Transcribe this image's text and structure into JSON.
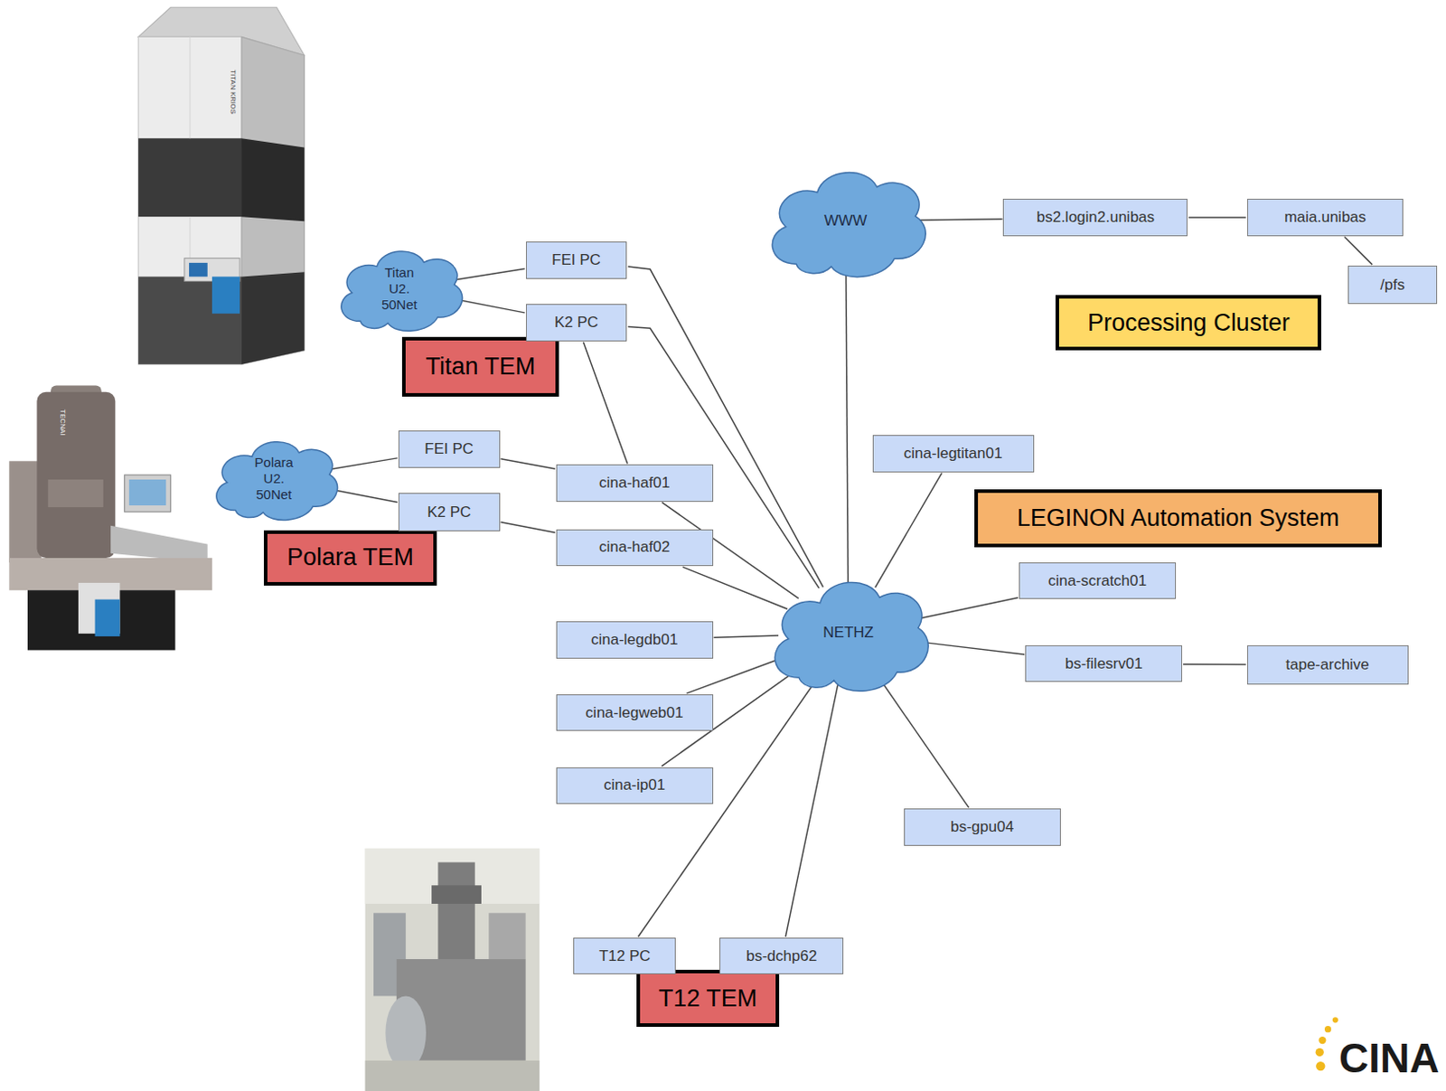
{
  "diagram": {
    "nodes": [
      {
        "text": [
          "WWW"
        ]
      },
      {
        "text": [
          "Processing Cluster"
        ]
      },
      {
        "text": [
          "bs2.login2.unibas"
        ],
        "in": 1
      },
      {
        "text": [
          "maia.unibas"
        ],
        "in": 1
      },
      {
        "text": [
          "/pfs"
        ],
        "in": 1
      },
      {
        "text": [
          "Titan TEM"
        ]
      },
      {
        "text": [
          "Titan U2. 50Net"
        ],
        "in": 5
      },
      {
        "text": [
          "FEI PC"
        ],
        "in": 5
      },
      {
        "text": [
          "K2 PC"
        ],
        "in": 5
      },
      {
        "text": [
          "Polara TEM"
        ]
      },
      {
        "text": [
          "Polara U2. 50Net"
        ],
        "in": 9
      },
      {
        "text": [
          "FEI PC"
        ],
        "in": 9
      },
      {
        "text": [
          "K2 PC"
        ],
        "in": 9
      },
      {
        "text": [
          "LEGINON Automation System"
        ]
      },
      {
        "text": [
          "cina-legtitan01"
        ],
        "in": 13
      },
      {
        "text": [
          "cina-haf01"
        ],
        "in": 13
      },
      {
        "text": [
          "cina-haf02"
        ],
        "in": 13
      },
      {
        "text": [
          "NETHZ"
        ],
        "in": 13
      },
      {
        "text": [
          "cina-scratch01"
        ],
        "in": 13
      },
      {
        "text": [
          "cina-legdb01"
        ],
        "in": 13
      },
      {
        "text": [
          "bs-filesrv01"
        ],
        "in": 13
      },
      {
        "text": [
          "cina-legweb01"
        ],
        "in": 13
      },
      {
        "text": [
          "cina-ip01"
        ],
        "in": 13
      },
      {
        "text": [
          "bs-gpu04"
        ],
        "in": 13
      },
      {
        "text": [
          "tape-archive"
        ]
      },
      {
        "text": [
          "T12 TEM"
        ]
      },
      {
        "text": [
          "T12 PC"
        ],
        "in": 25
      },
      {
        "text": [
          "bs-dchp62"
        ],
        "in": 25
      }
    ],
    "edges": [
      {
        "from": 0,
        "to": 2,
        "arrow": "none"
      },
      {
        "from": 2,
        "to": 3,
        "arrow": "none"
      },
      {
        "from": 3,
        "to": 4,
        "arrow": "none"
      },
      {
        "from": 0,
        "to": 17,
        "arrow": "none"
      },
      {
        "from": 6,
        "to": 7,
        "arrow": "none"
      },
      {
        "from": 6,
        "to": 8,
        "arrow": "none"
      },
      {
        "from": 7,
        "to": 17,
        "arrow": "none"
      },
      {
        "from": 8,
        "to": 17,
        "arrow": "none"
      },
      {
        "from": 8,
        "to": 15,
        "arrow": "none"
      },
      {
        "from": 10,
        "to": 11,
        "arrow": "none"
      },
      {
        "from": 10,
        "to": 12,
        "arrow": "none"
      },
      {
        "from": 11,
        "to": 15,
        "arrow": "none"
      },
      {
        "from": 12,
        "to": 16,
        "arrow": "none"
      },
      {
        "from": 14,
        "to": 17,
        "arrow": "none"
      },
      {
        "from": 15,
        "to": 17,
        "arrow": "none"
      },
      {
        "from": 16,
        "to": 17,
        "arrow": "none"
      },
      {
        "from": 18,
        "to": 17,
        "arrow": "none"
      },
      {
        "from": 19,
        "to": 17,
        "arrow": "none"
      },
      {
        "from": 20,
        "to": 17,
        "arrow": "none"
      },
      {
        "from": 20,
        "to": 24,
        "arrow": "none"
      },
      {
        "from": 21,
        "to": 17,
        "arrow": "none"
      },
      {
        "from": 22,
        "to": 17,
        "arrow": "none"
      },
      {
        "from": 23,
        "to": 17,
        "arrow": "none"
      },
      {
        "from": 26,
        "to": 17,
        "arrow": "none"
      },
      {
        "from": 27,
        "to": 17,
        "arrow": "none"
      }
    ],
    "labels": [
      "TITAN KRIOS",
      "TECNAI",
      "CINA"
    ]
  }
}
